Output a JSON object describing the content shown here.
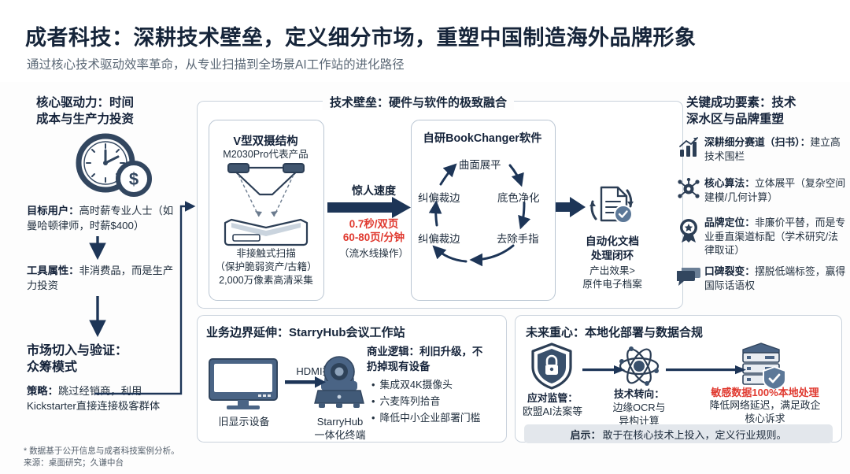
{
  "header": {
    "title": "成者科技：深耕技术壁垒，定义细分市场，重塑中国制造海外品牌形象",
    "subtitle": "通过核心技术驱动效率革命，从专业扫描到全场景AI工作站的进化路径"
  },
  "left_column": {
    "driver_title_line1": "核心驱动力：时间",
    "driver_title_line2": "成本与生产力投资",
    "clock_icon": "clock-dollar-icon",
    "target_user": "目标用户：高时薪专业人士（如曼哈顿律师，时薪$400）",
    "tool_attr": "工具属性：非消费品，而是生产力投资",
    "market_title_line1": "市场切入与验证：",
    "market_title_line2": "众筹模式",
    "strategy": "策略：跳过经销商，利用Kickstarter直接连接极客群体"
  },
  "tech_panel": {
    "title": "技术壁垒：硬件与软件的极致融合",
    "hardware": {
      "title": "V型双摄结构",
      "subtitle": "M2030Pro代表产品",
      "icon": "v-shape-scanner-icon",
      "caption_line1": "非接触式扫描",
      "caption_line2": "（保护脆弱资产/古籍）",
      "caption_line3": "2,000万像素高清采集"
    },
    "speed": {
      "label": "惊人速度",
      "metric1": "0.7秒/双页",
      "metric2": "60-80页/分钟",
      "note": "（流水线操作）"
    },
    "software": {
      "title": "自研BookChanger软件",
      "cycle": [
        "曲面展平",
        "底色净化",
        "去除手指",
        "纠偏裁边",
        "纠偏裁边"
      ]
    },
    "output": {
      "icon": "document-check-cycle-icon",
      "title_line1": "自动化文档",
      "title_line2": "处理闭环",
      "note_line1": "产出效果>",
      "note_line2": "原件电子档案"
    }
  },
  "starryhub_panel": {
    "title": "业务边界延伸：StarryHub会议工作站",
    "monitor_icon": "monitor-icon",
    "monitor_label": "旧显示设备",
    "link_label": "HDMI接口",
    "device_icon": "conference-camera-icon",
    "device_label_line1": "StarryHub",
    "device_label_line2": "一体化终端",
    "logic_line1": "商业逻辑：利旧升级，不",
    "logic_line2": "扔掉现有设备",
    "bullets": [
      "集成双4K摄像头",
      "六麦阵列拾音",
      "降低中小企业部署门槛"
    ]
  },
  "future_panel": {
    "title": "未来重心：本地化部署与数据合规",
    "steps": [
      {
        "icon": "shield-lock-icon",
        "label_line1": "应对监管：",
        "label_line2": "欧盟AI法案等"
      },
      {
        "icon": "atom-network-icon",
        "label_line1": "技术转向：",
        "label_line2": "边缘OCR与",
        "label_line3": "异构计算"
      },
      {
        "icon": "server-shield-icon",
        "highlight": "敏感数据100%本地处理",
        "label_line2": "降低网络延迟，满足政企",
        "label_line3": "核心诉求"
      }
    ],
    "insight_label": "启示：",
    "insight_text": "敢于在核心技术上投入，定义行业规则。"
  },
  "right_column": {
    "title_line1": "关键成功要素：技术",
    "title_line2": "深水区与品牌重塑",
    "items": [
      {
        "icon": "bar-chart-growth-icon",
        "bold": "深耕细分赛道（扫书）：",
        "rest": "建立高技术围栏"
      },
      {
        "icon": "network-node-icon",
        "bold": "核心算法：",
        "rest": "立体展平（复杂空间建模/几何计算）"
      },
      {
        "icon": "award-badge-icon",
        "bold": "品牌定位：",
        "rest": "非廉价平替，而是专业垂直渠道标配（学术研究/法律取证）"
      },
      {
        "icon": "speech-bubbles-icon",
        "bold": "口碑裂变：",
        "rest": "摆脱低端标签，赢得国际话语权"
      }
    ]
  },
  "footnote": {
    "line1": "* 数据基于公开信息与成者科技案例分析。",
    "line2": "来源：桌面研究；久谦中台"
  },
  "colors": {
    "navy": "#16253a",
    "accent_arrow": "#1d3557",
    "red": "#e0392f",
    "panel_border": "#c9d2dc",
    "insight_bg": "#e3e7ec"
  }
}
